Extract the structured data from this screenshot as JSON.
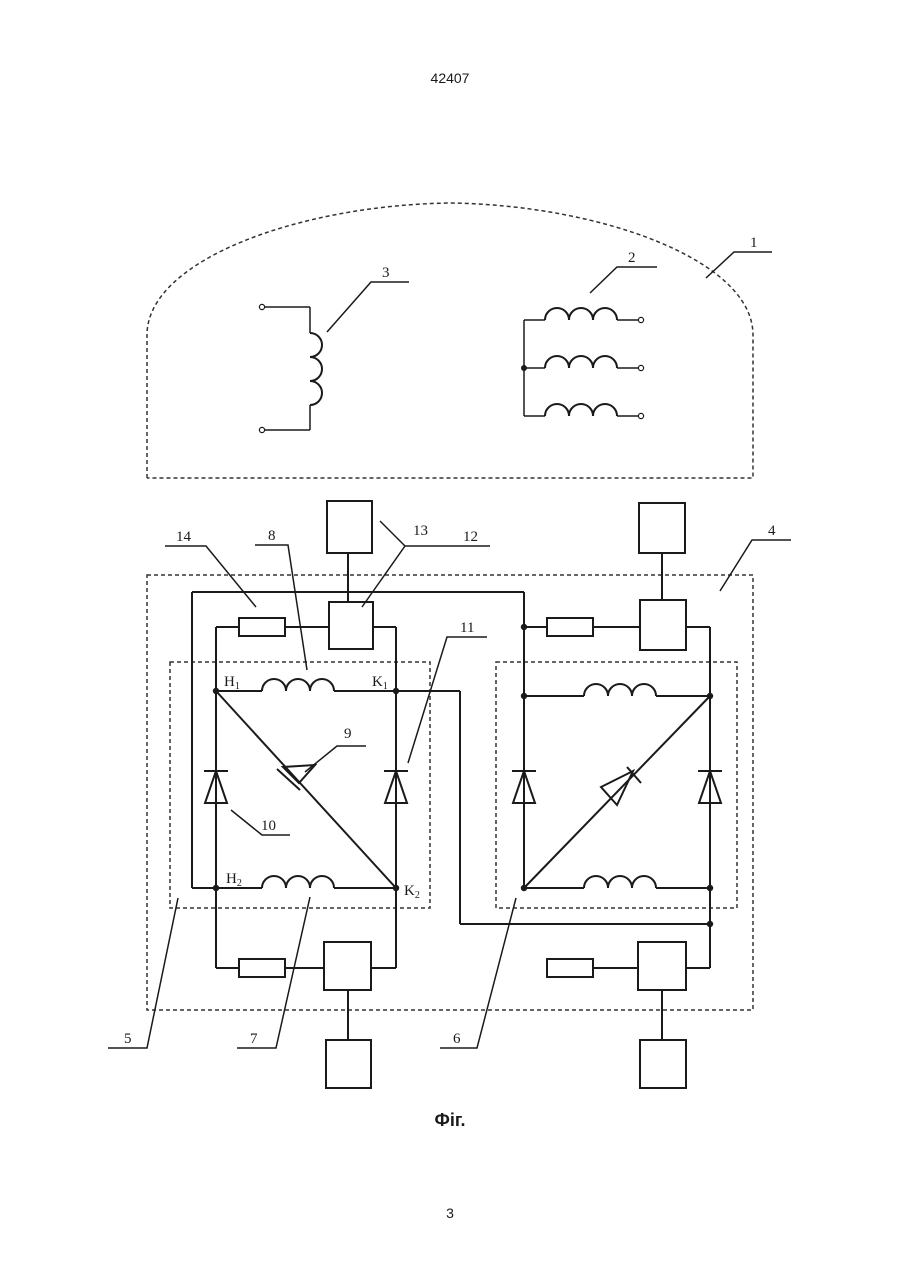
{
  "header": {
    "doc_number": "42407"
  },
  "footer": {
    "caption": "Фіг.",
    "page_number": "3"
  },
  "labels": {
    "n1": "1",
    "n2": "2",
    "n3": "3",
    "n4": "4",
    "n5": "5",
    "n6": "6",
    "n7": "7",
    "n8": "8",
    "n9": "9",
    "n10": "10",
    "n11": "11",
    "n12": "12",
    "n13": "13",
    "n14": "14"
  },
  "nodes": {
    "h1": "H",
    "h1_sub": "1",
    "k1": "K",
    "k1_sub": "1",
    "h2": "H",
    "h2_sub": "2",
    "k2": "K",
    "k2_sub": "2"
  }
}
